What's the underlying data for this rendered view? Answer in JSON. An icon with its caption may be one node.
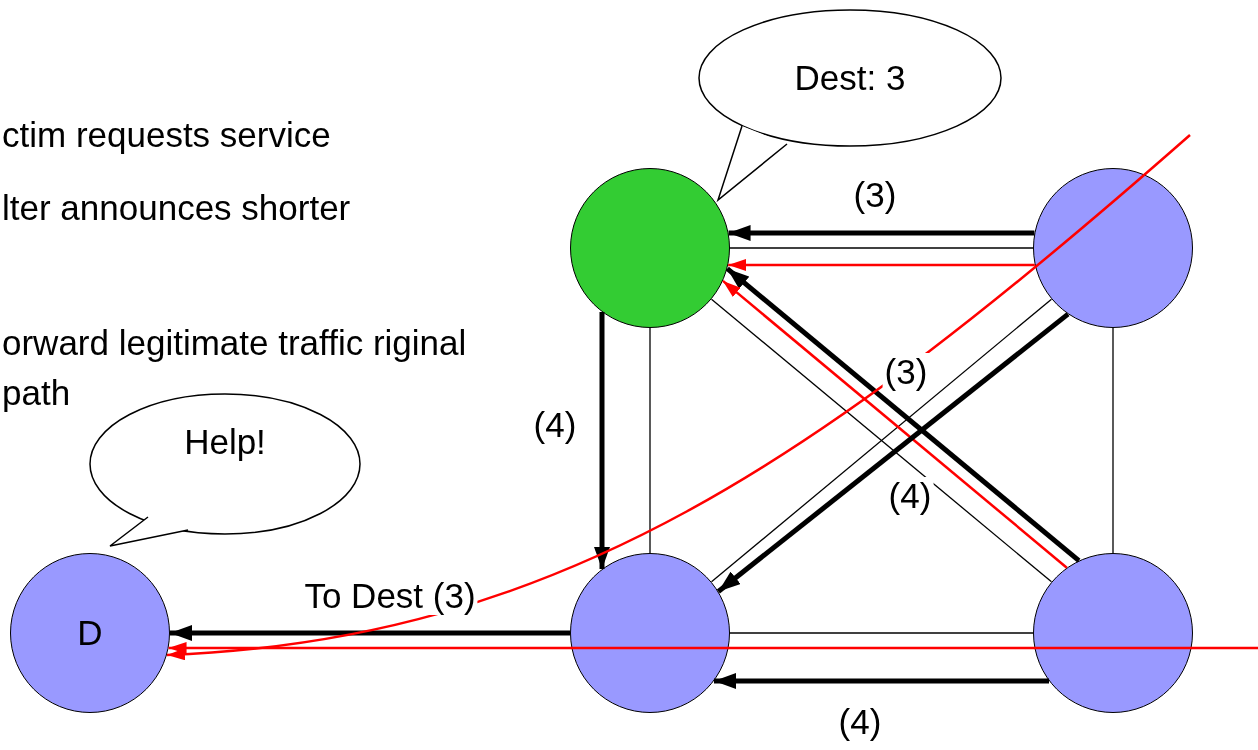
{
  "diagram": {
    "nodes": [
      {
        "text": [
          "D"
        ]
      },
      {
        "text": [
          "Help!"
        ]
      },
      {
        "text": [
          "Dest: 3"
        ]
      },
      {
        "text": [],
        "shape": "circle"
      },
      {
        "text": [],
        "shape": "circle"
      },
      {
        "text": [],
        "shape": "circle"
      },
      {
        "text": [],
        "shape": "circle"
      }
    ],
    "edges": [
      {
        "from": 3,
        "to": 4,
        "arrow": "none"
      },
      {
        "from": 3,
        "to": 5,
        "arrow": "none"
      },
      {
        "from": 3,
        "to": 6,
        "arrow": "none"
      },
      {
        "from": 4,
        "to": 5,
        "arrow": "none"
      },
      {
        "from": 4,
        "to": 6,
        "arrow": "none"
      },
      {
        "from": 5,
        "to": 6,
        "arrow": "none"
      },
      {
        "from": 4,
        "to": 3,
        "arrow": "to",
        "style": "thick",
        "label": "(3)"
      },
      {
        "from": 4,
        "to": 3,
        "arrow": "to",
        "color": "#ff0000"
      },
      {
        "from": 6,
        "to": 3,
        "arrow": "to",
        "style": "thick",
        "label": "(3)"
      },
      {
        "from": 6,
        "to": 3,
        "arrow": "to",
        "color": "#ff0000"
      },
      {
        "from": 4,
        "to": 5,
        "arrow": "to",
        "style": "thick",
        "label": "(4)"
      },
      {
        "from": 3,
        "to": 5,
        "arrow": "to",
        "style": "thick",
        "label": "(4)"
      },
      {
        "from": 6,
        "to": 5,
        "arrow": "to",
        "style": "thick",
        "label": "(4)"
      },
      {
        "from": 5,
        "to": 0,
        "arrow": "to",
        "style": "thick",
        "label": "To Dest (3)"
      },
      {
        "from": null,
        "to": 0,
        "arrow": "to",
        "color": "#ff0000"
      },
      {
        "from": null,
        "to": 0,
        "arrow": "to",
        "color": "#ff0000"
      }
    ],
    "labels": [
      "ctim requests service",
      "lter announces shorter",
      "orward legitimate traffic riginal path"
    ]
  }
}
